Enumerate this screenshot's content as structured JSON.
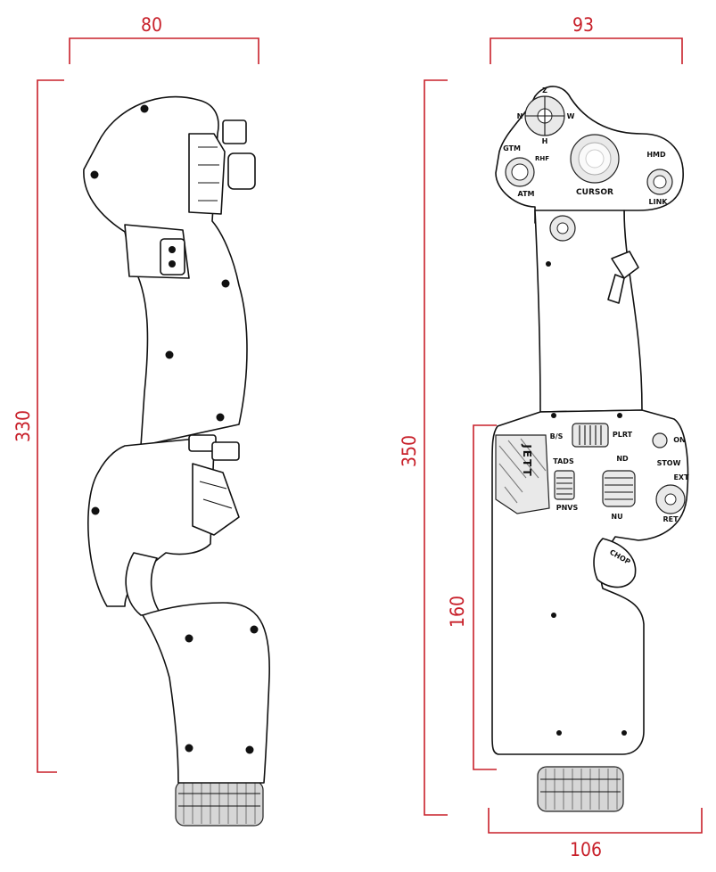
{
  "dimensions": {
    "side_width": "80",
    "side_height": "330",
    "front_width_top": "93",
    "front_height": "350",
    "front_lower_height": "160",
    "front_width_bottom": "106"
  },
  "labels": {
    "hat_top": "Z",
    "hat_left": "N",
    "hat_right": "W",
    "hat_bottom": "H",
    "gtm": "GTM",
    "rhf": "RHF",
    "atm": "ATM",
    "cursor": "CURSOR",
    "hmd": "HMD",
    "link": "LINK",
    "bs": "B/S",
    "plrt": "PLRT",
    "tads": "TADS",
    "pnvs": "PNVS",
    "jett": "JETT",
    "nd": "ND",
    "nu": "NU",
    "stow": "STOW",
    "ext": "EXT",
    "ret": "RET",
    "on": "ON",
    "chop": "CHOP"
  },
  "colors": {
    "dimension": "#c8202a",
    "outline": "#111111",
    "fill": "#ffffff"
  }
}
